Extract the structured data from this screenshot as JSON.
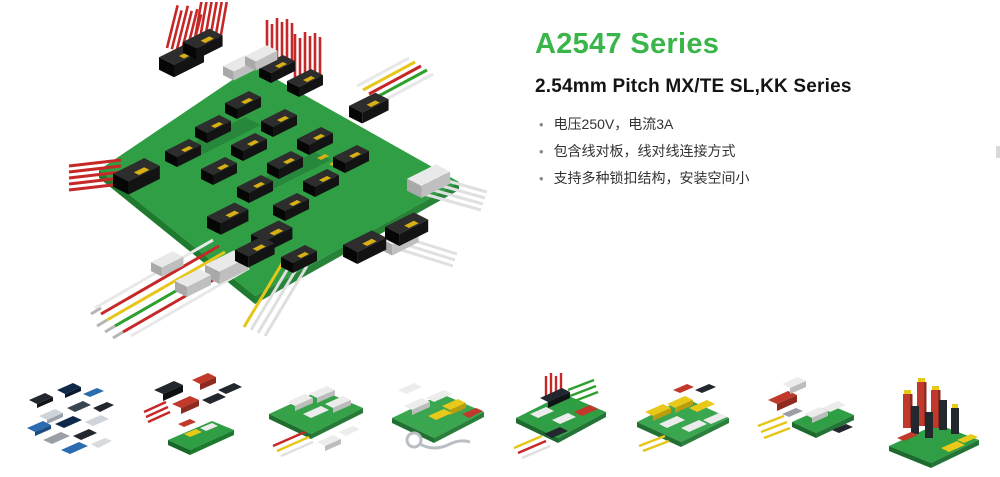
{
  "colors": {
    "accent_green": "#3ab54a",
    "pcb_green": "#2f9e44",
    "wire_red": "#c62828",
    "wire_yellow": "#e6c619"
  },
  "hero": {
    "title": "A2547 Series",
    "subtitle": "2.54mm Pitch MX/TE SL,KK Series",
    "bullet": "•",
    "features": [
      "电压250V，电流3A",
      "包含线对板，线对线连接方式",
      "支持多种锁扣结构，安装空间小"
    ]
  },
  "thumbnails": [
    {
      "name": "assorted-connector-housings"
    },
    {
      "name": "red-black-connector-kit"
    },
    {
      "name": "pcb-with-white-connectors"
    },
    {
      "name": "pcb-with-cable-assembly"
    },
    {
      "name": "pcb-with-wire-harnesses"
    },
    {
      "name": "yellow-white-connectors-board"
    },
    {
      "name": "white-red-connectors-board"
    },
    {
      "name": "dense-connector-array-board"
    }
  ]
}
